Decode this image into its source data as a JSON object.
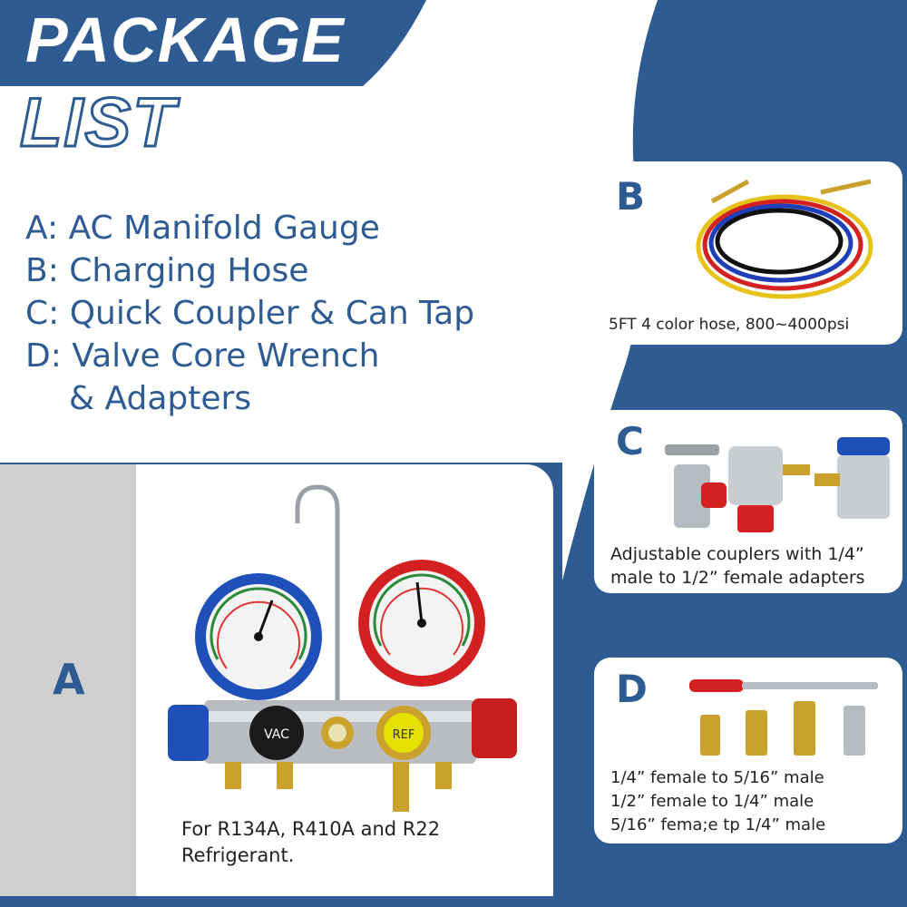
{
  "header": {
    "title_line1": "PACKAGE",
    "title_line2": "LIST"
  },
  "package_items": [
    "A: AC Manifold Gauge",
    "B: Charging Hose",
    "C: Quick Coupler & Can Tap",
    "D: Valve Core Wrench",
    "& Adapters"
  ],
  "panel_a": {
    "letter": "A",
    "caption_line1": "For R134A, R410A and R22",
    "caption_line2": "Refrigerant.",
    "gauge_low_label": "VAC",
    "valve_ref_label": "REF"
  },
  "panel_b": {
    "letter": "B",
    "caption": "5FT 4 color hose, 800~4000psi"
  },
  "panel_c": {
    "letter": "C",
    "caption_line1": "Adjustable couplers with 1/4”",
    "caption_line2": "male to 1/2”  female adapters"
  },
  "panel_d": {
    "letter": "D",
    "captions": [
      "1/4”  female to 5/16”  male",
      "1/2”  female to 1/4”  male",
      "5/16” fema;e tp 1/4”   male"
    ]
  },
  "colors": {
    "brand_blue": "#2d5b92",
    "panel_gray": "#cfcfcf",
    "gauge_blue": "#1f4fb8",
    "gauge_red": "#d42020",
    "brass": "#c9a12c"
  }
}
